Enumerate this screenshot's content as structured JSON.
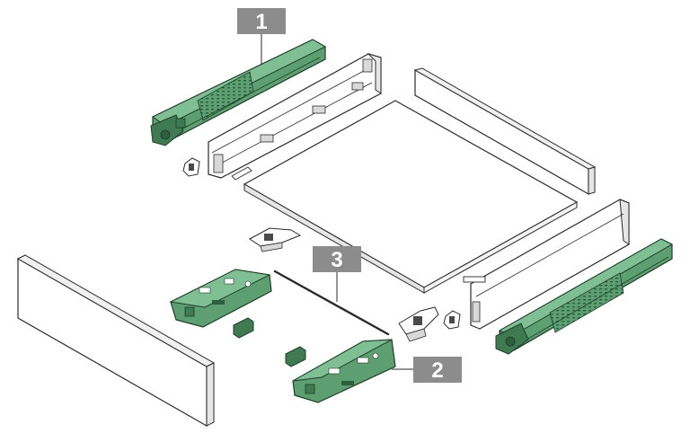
{
  "diagram": {
    "callouts": [
      {
        "id": "1",
        "label": "1"
      },
      {
        "id": "2",
        "label": "2"
      },
      {
        "id": "3",
        "label": "3"
      }
    ],
    "colors": {
      "runner_fill": "#5e9f72",
      "runner_dark": "#3f7a52",
      "runner_light": "#7fbf93",
      "panel_fill": "#ffffff",
      "panel_side": "#e6e6e6",
      "outline": "#2a2a2a",
      "callout_bg": "#8c8c8c",
      "callout_text": "#ffffff"
    },
    "parts": [
      {
        "name": "left-runner",
        "icon": "drawer-runner-icon"
      },
      {
        "name": "right-runner",
        "icon": "drawer-runner-icon"
      },
      {
        "name": "left-drawer-side",
        "icon": "drawer-side-panel-icon"
      },
      {
        "name": "right-drawer-side",
        "icon": "drawer-side-panel-icon"
      },
      {
        "name": "drawer-back-panel",
        "icon": "back-panel-icon"
      },
      {
        "name": "drawer-bottom-panel",
        "icon": "bottom-panel-icon"
      },
      {
        "name": "drawer-front-panel",
        "icon": "front-panel-icon"
      },
      {
        "name": "front-locking-device-left",
        "icon": "locking-device-icon"
      },
      {
        "name": "front-locking-device-right",
        "icon": "locking-device-icon"
      },
      {
        "name": "synchronisation-rod",
        "icon": "rod-icon"
      }
    ]
  }
}
